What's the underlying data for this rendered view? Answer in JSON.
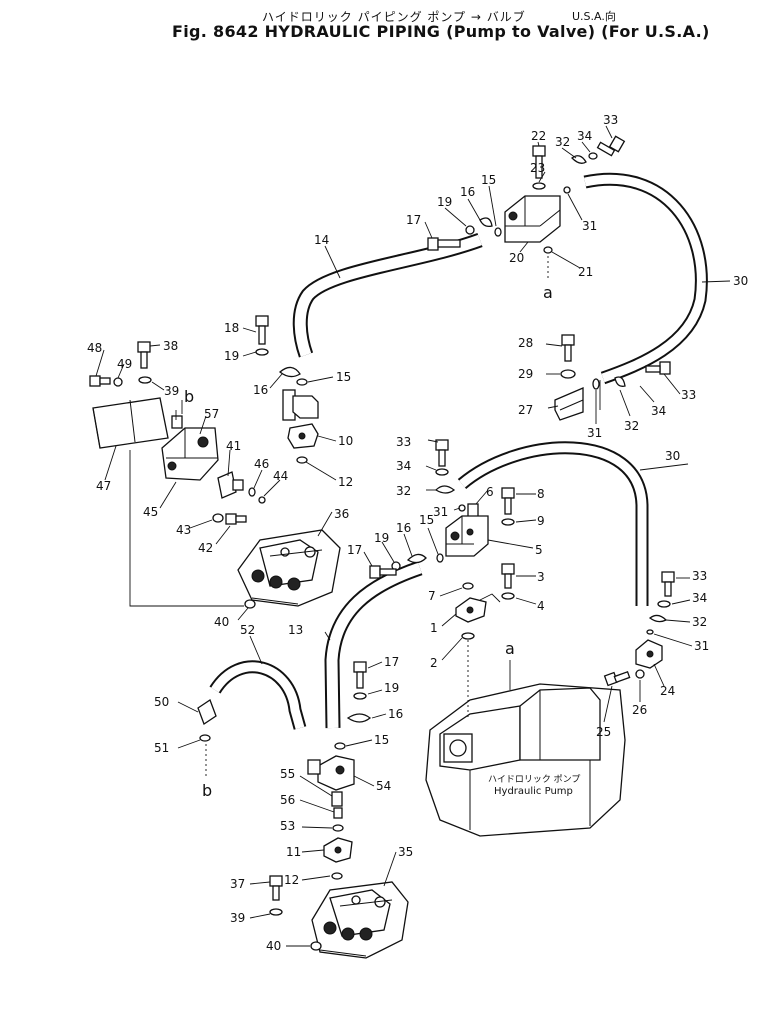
{
  "header": {
    "jp_title": "ハイドロリック パイピング ポンプ → バルブ",
    "jp_suffix": "U.S.A.向",
    "fig_title": "Fig. 8642  HYDRAULIC PIPING (Pump to Valve) (For U.S.A.)"
  },
  "pump_label": {
    "jp": "ハイドロリック ポンプ",
    "en": "Hydraulic Pump"
  },
  "connectors": {
    "a": "a",
    "b": "b"
  },
  "callouts": [
    "1",
    "2",
    "3",
    "4",
    "5",
    "6",
    "7",
    "8",
    "9",
    "10",
    "11",
    "12",
    "13",
    "14",
    "15",
    "16",
    "17",
    "18",
    "19",
    "20",
    "21",
    "22",
    "23",
    "24",
    "25",
    "26",
    "27",
    "28",
    "29",
    "30",
    "31",
    "32",
    "33",
    "34",
    "35",
    "36",
    "37",
    "38",
    "39",
    "40",
    "41",
    "42",
    "43",
    "44",
    "45",
    "46",
    "47",
    "48",
    "49",
    "50",
    "51",
    "52",
    "53",
    "54",
    "55",
    "56",
    "57"
  ]
}
